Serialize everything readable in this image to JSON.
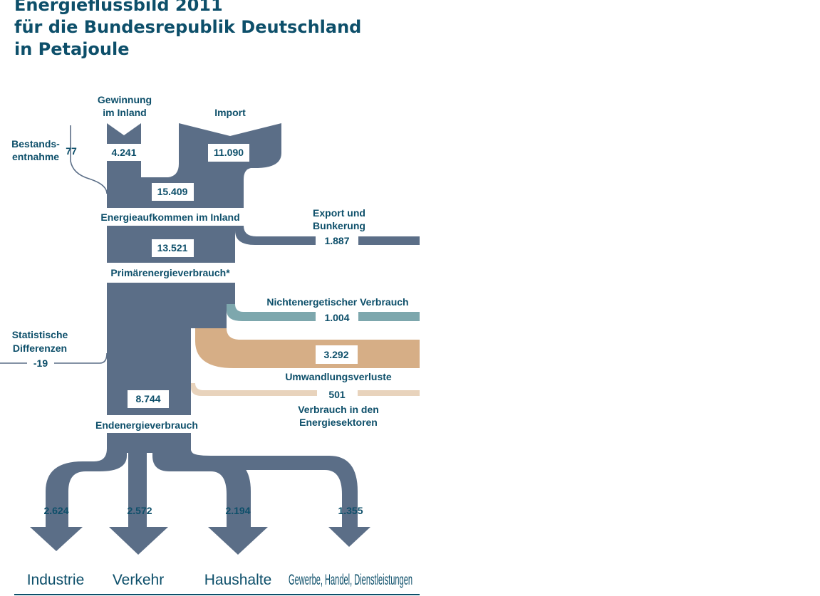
{
  "title": {
    "line1": "Energieflussbild 2011",
    "line2": "für die Bundesrepublik Deutschland",
    "line3": "in Petajoule"
  },
  "colors": {
    "primary_flow": "#5b6e87",
    "nonenergy_flow": "#7da7ad",
    "conversion_loss": "#d6ae86",
    "sector_use": "#e8d3bc",
    "text": "#0d4f6a"
  },
  "labels": {
    "gewinnung_1": "Gewinnung",
    "gewinnung_2": "im Inland",
    "import": "Import",
    "bestand_1": "Bestands-",
    "bestand_2": "entnahme",
    "aufkommen": "Energieaufkommen im Inland",
    "export_1": "Export und",
    "export_2": "Bunkerung",
    "primaer": "Primärenergieverbrauch*",
    "nichtenergetisch": "Nichtenergetischer Verbrauch",
    "statdiff_1": "Statistische",
    "statdiff_2": "Differenzen",
    "umwandlung": "Umwandlungsverluste",
    "sektoren_1": "Verbrauch in den",
    "sektoren_2": "Energiesektoren",
    "endenergie": "Endenergieverbrauch"
  },
  "values": {
    "gewinnung": "4.241",
    "import": "11.090",
    "bestand": "77",
    "aufkommen": "15.409",
    "export": "1.887",
    "primaer": "13.521",
    "nichtenergetisch": "1.004",
    "statdiff": "-19",
    "umwandlung": "3.292",
    "sektoren": "501",
    "endenergie": "8.744"
  },
  "sectors": [
    {
      "name": "Industrie",
      "value": "2.624"
    },
    {
      "name": "Verkehr",
      "value": "2.572"
    },
    {
      "name": "Haushalte",
      "value": "2.194"
    },
    {
      "name": "Gewerbe, Handel, Dienstleistungen",
      "value": "1.355"
    }
  ]
}
